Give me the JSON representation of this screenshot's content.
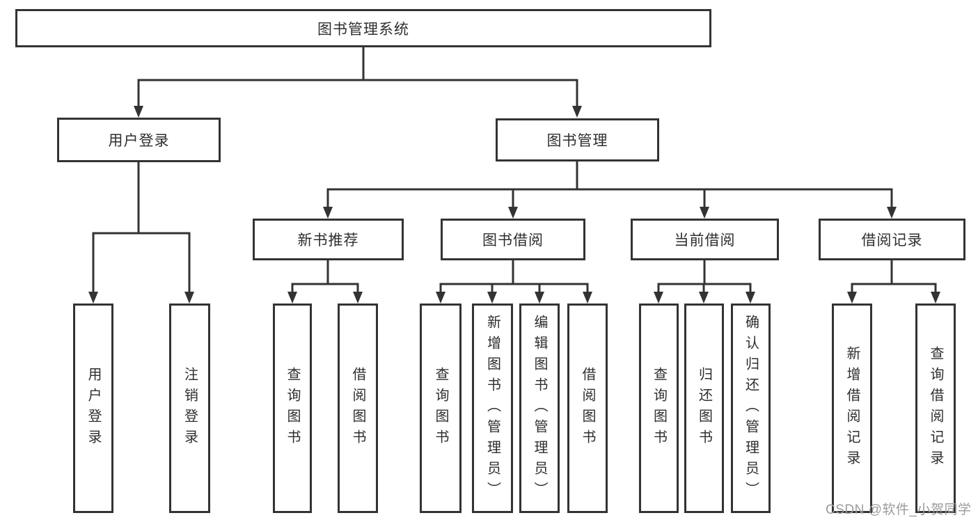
{
  "diagram_title": "图书管理系统",
  "tree": {
    "label": "图书管理系统",
    "children": [
      {
        "label": "用户登录",
        "children": [
          {
            "label": "用户登录"
          },
          {
            "label": "注销登录"
          }
        ]
      },
      {
        "label": "图书管理",
        "children": [
          {
            "label": "新书推荐",
            "children": [
              {
                "label": "查询图书"
              },
              {
                "label": "借阅图书"
              }
            ]
          },
          {
            "label": "图书借阅",
            "children": [
              {
                "label": "查询图书"
              },
              {
                "label": "新增图书（管理员）"
              },
              {
                "label": "编辑图书（管理员）"
              },
              {
                "label": "借阅图书"
              }
            ]
          },
          {
            "label": "当前借阅",
            "children": [
              {
                "label": "查询图书"
              },
              {
                "label": "归还图书"
              },
              {
                "label": "确认归还（管理员）"
              }
            ]
          },
          {
            "label": "借阅记录",
            "children": [
              {
                "label": "新增借阅记录"
              },
              {
                "label": "查询借阅记录"
              }
            ]
          }
        ]
      }
    ]
  },
  "watermark": {
    "text": "CSDN @软件_小贺同学"
  },
  "colors": {
    "line": "#333333",
    "box_border": "#333333",
    "text": "#2e2e2e",
    "watermark": "#9b9b9b",
    "background": "#ffffff"
  }
}
